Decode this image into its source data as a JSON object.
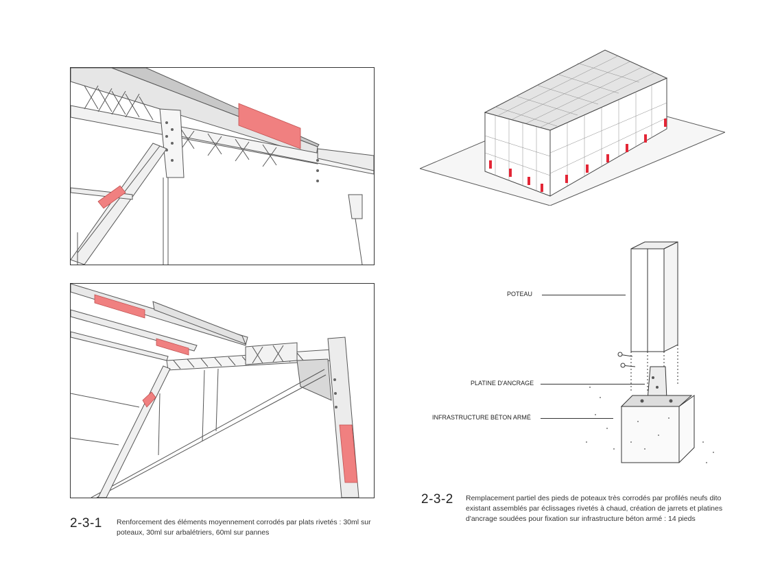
{
  "colors": {
    "highlight": "#f08080",
    "red_marker": "#e32636",
    "line": "#333333"
  },
  "figure_a": {
    "number": "2-3-1",
    "caption": "Renforcement des éléments moyennement corrodés par plats rivetés : 30ml sur poteaux, 30ml sur arbalétriers, 60ml sur pannes"
  },
  "figure_b": {
    "number": "2-3-2",
    "caption": "Remplacement partiel des pieds de poteaux très corrodés par profilés neufs dito        existant assemblés par éclissages rivetés à chaud, création de jarrets et platines d'ancrage soudées pour fixation sur infrastructure béton armé : 14 pieds",
    "callouts": {
      "poteau": "POTEAU",
      "platine": "PLATINE D'ANCRAGE",
      "infrastructure": "INFRASTRUCTURE BÉTON ARMÉ"
    }
  }
}
